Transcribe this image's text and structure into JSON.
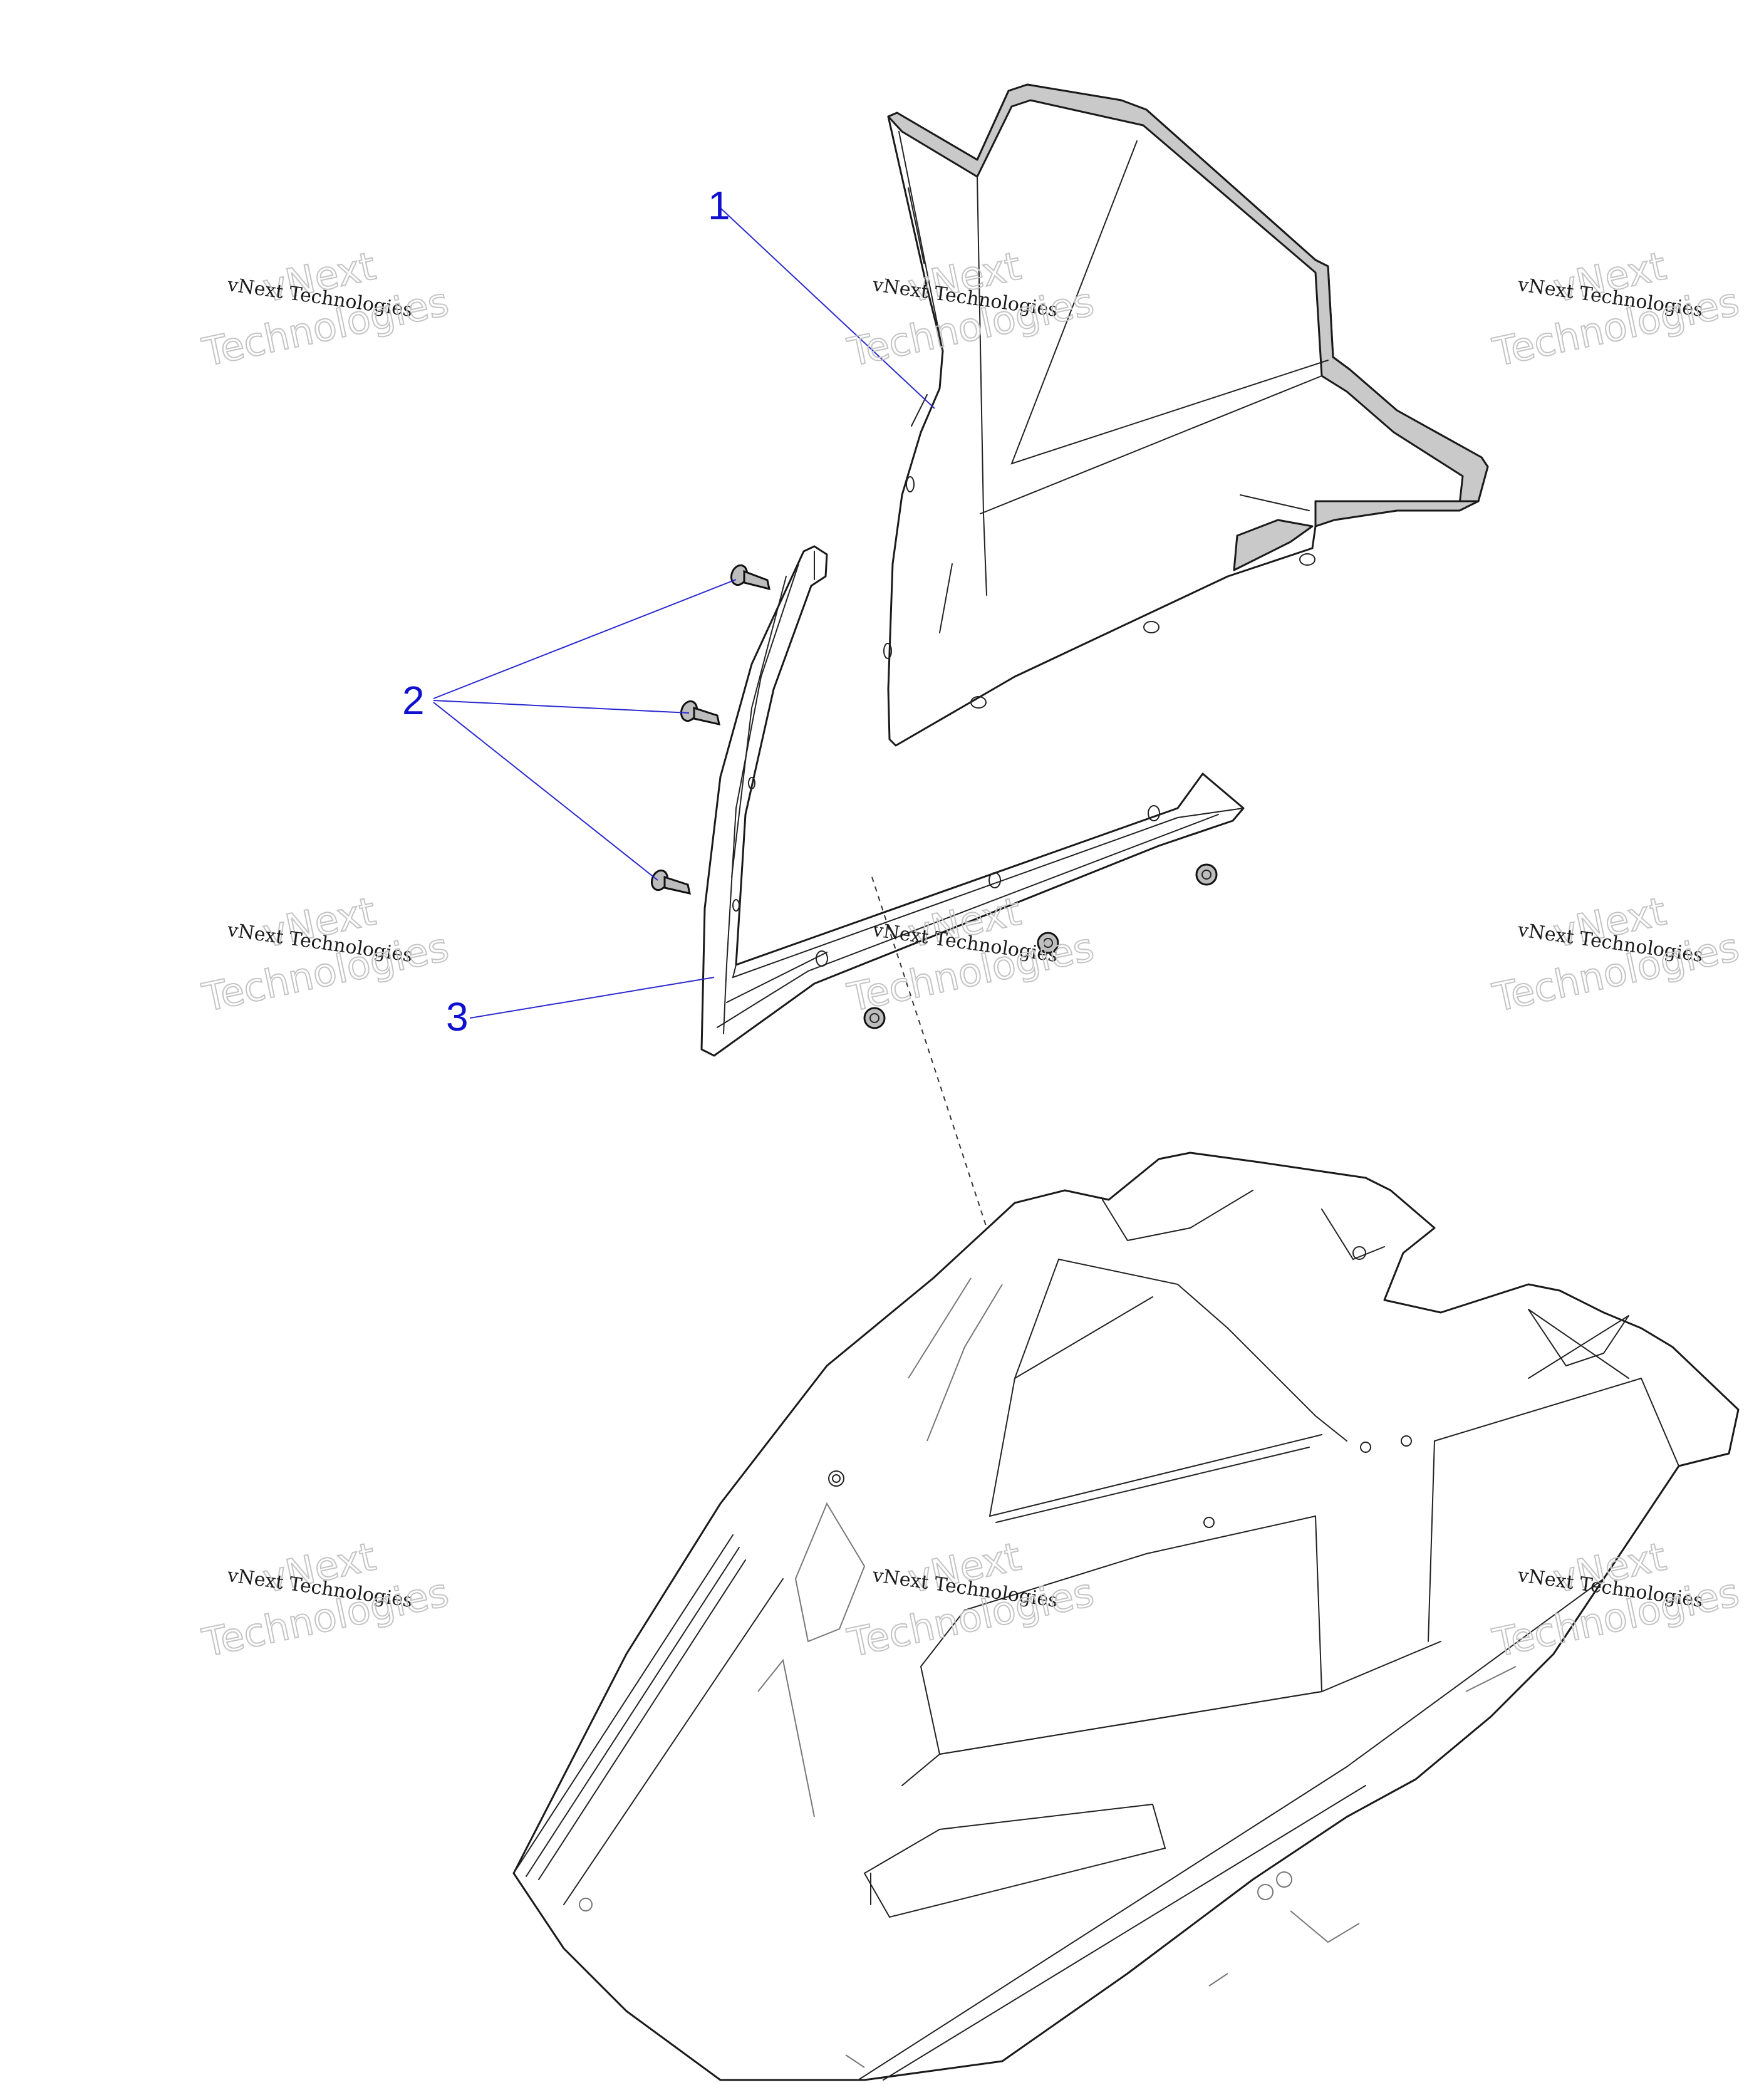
{
  "callouts": [
    {
      "id": "1",
      "label": "1"
    },
    {
      "id": "2",
      "label": "2"
    },
    {
      "id": "3",
      "label": "3"
    }
  ],
  "watermark": {
    "line1": "vNext",
    "line2": "vNext Technologies",
    "line3": "Technologies"
  },
  "colors": {
    "callout": "#1010d0",
    "leader": "#2a2ad0",
    "part_outline": "#1a1a1a",
    "part_shade": "#c9c9c9",
    "watermark_text": "#c4c4c4"
  }
}
